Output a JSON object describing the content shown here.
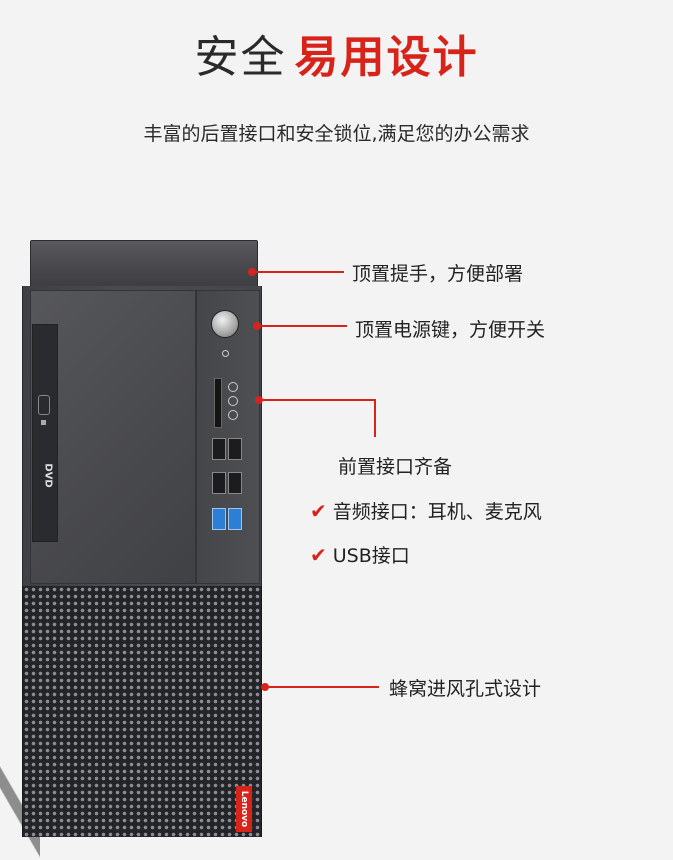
{
  "header": {
    "title_part1": "安全",
    "title_part2": "易用设计",
    "subtitle": "丰富的后置接口和安全锁位,满足您的办公需求"
  },
  "colors": {
    "accent": "#d8231b",
    "text": "#222222",
    "background": "#f3f3f3"
  },
  "callouts": {
    "handle": "顶置提手，方便部署",
    "power": "顶置电源键，方便开关",
    "front_io": "前置接口齐备",
    "audio": "音频接口：耳机、麦克风",
    "usb": "USB接口",
    "vent": "蜂窝进风孔式设计"
  },
  "product": {
    "drive_label": "DVD",
    "brand": "Lenovo"
  },
  "icons": {
    "check": "checkmark-icon"
  }
}
